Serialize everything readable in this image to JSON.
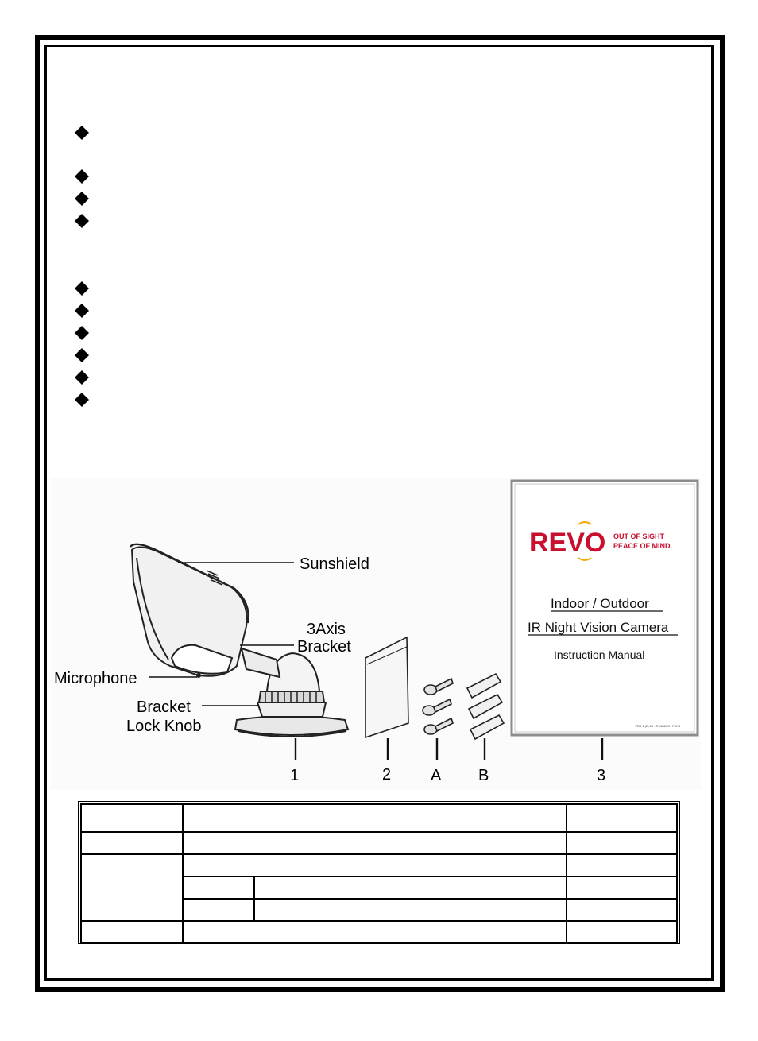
{
  "figure": {
    "callouts": {
      "sunshield": "Sunshield",
      "bracket_line1": "3Axis",
      "bracket_line2": "Bracket",
      "microphone": "Microphone",
      "lock_line1": "Bracket",
      "lock_line2": "Lock Knob"
    },
    "item_numbers": [
      "1",
      "2",
      "A",
      "B",
      "3"
    ],
    "manual_cover": {
      "logo": "REVO",
      "tagline_line1": "OUT OF SIGHT",
      "tagline_line2": "PEACE OF MIND.",
      "title_line1": "Indoor / Outdoor",
      "title_line2": "IR Night Vision Camera",
      "subtitle": "Instruction Manual",
      "version_code": "VER 1 (2) 61 - R54B6K3 / F8H3"
    }
  },
  "colors": {
    "frame": "#000000",
    "logo_red": "#c8102e",
    "logo_arc": "#f2a900"
  },
  "icons": {
    "bullet": "diamond-bullet-icon"
  }
}
